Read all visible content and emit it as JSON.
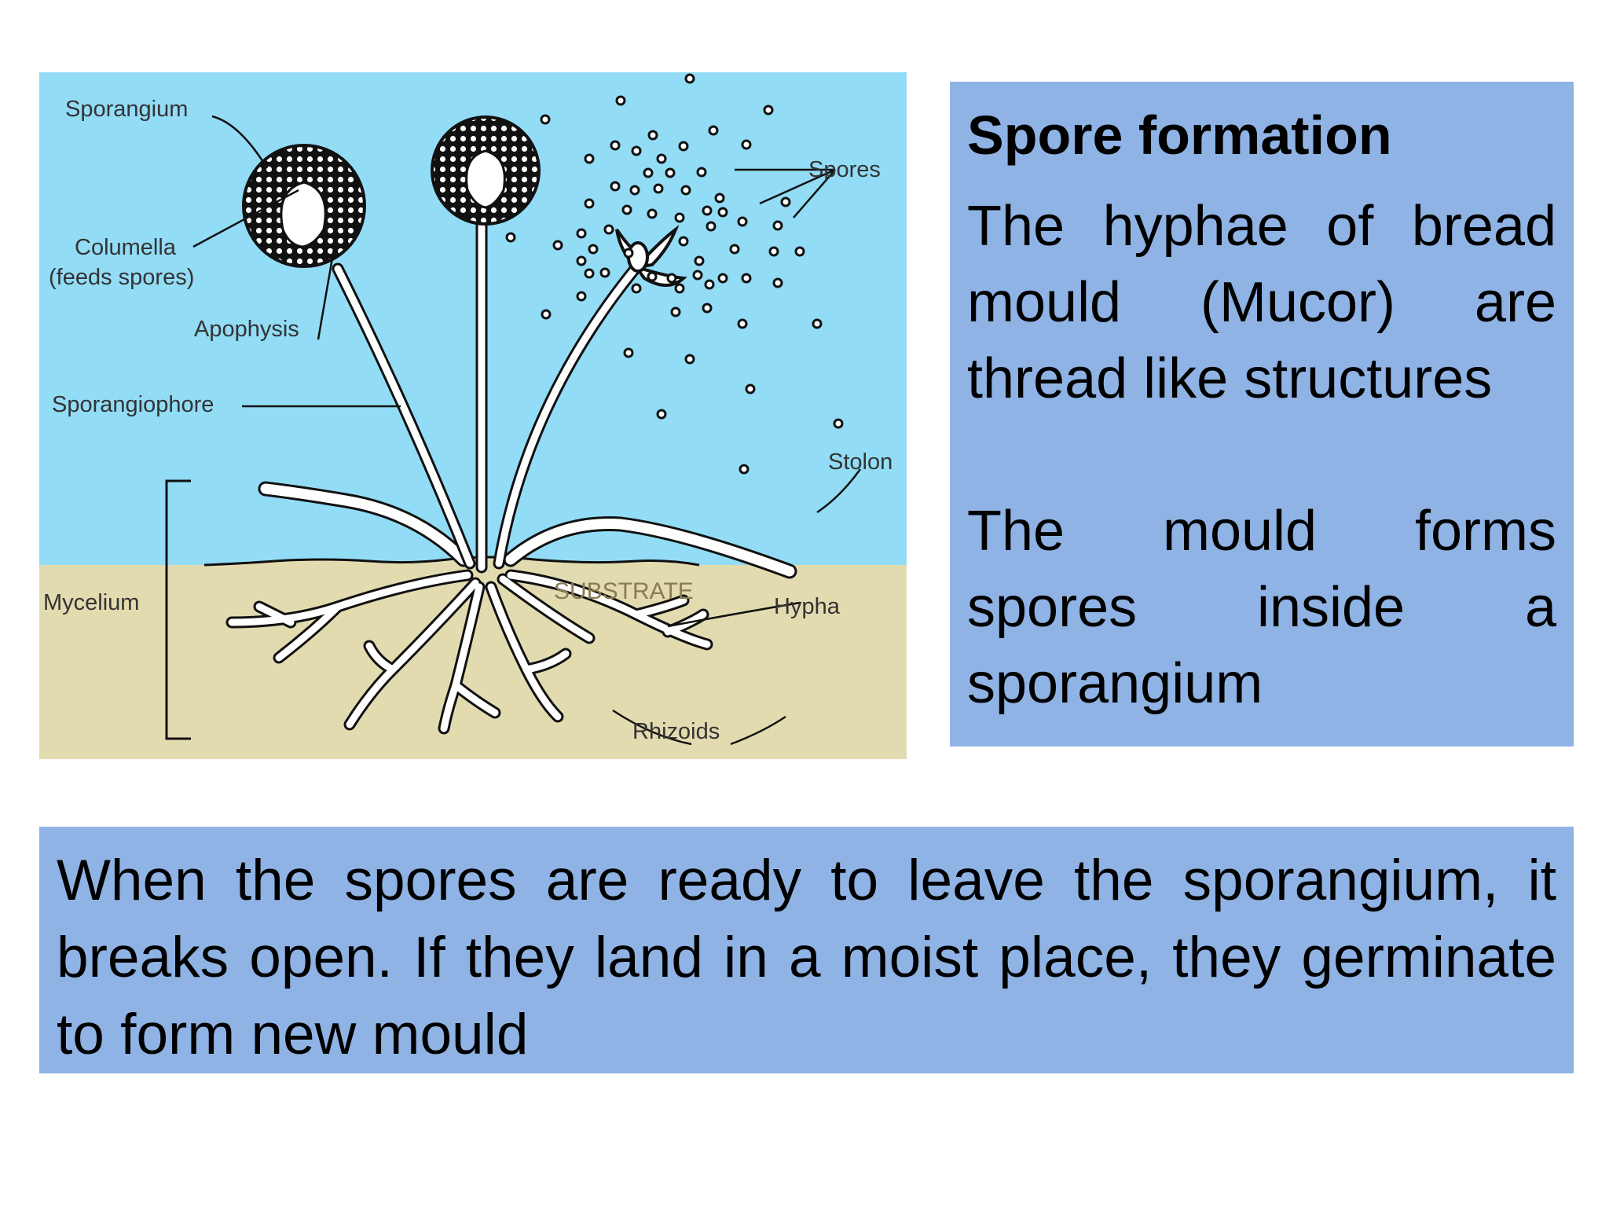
{
  "diagram": {
    "labels": {
      "sporangium": "Sporangium",
      "columella": "Columella",
      "feeds_spores": "(feeds spores)",
      "apophysis": "Apophysis",
      "sporangiophore": "Sporangiophore",
      "spores": "Spores",
      "stolon": "Stolon",
      "mycelium": "Mycelium",
      "substrate": "SUBSTRATE",
      "hypha": "Hypha",
      "rhizoids": "Rhizoids"
    },
    "colors": {
      "sky": "#92dcf6",
      "substrate": "#e3dbb0",
      "hypha_fill": "#ffffff",
      "outline": "#111111"
    }
  },
  "info": {
    "title": "Spore formation",
    "para1": "The hyphae of bread mould (Mucor) are thread like structures",
    "para2": "The mould forms spores inside a sporangium"
  },
  "bottom": {
    "text": "When the spores are ready to leave the sporangium, it breaks open. If they land in a moist place, they germinate to form new mould"
  },
  "colors": {
    "box_bg": "#8fb3e4",
    "page_bg": "#ffffff"
  }
}
